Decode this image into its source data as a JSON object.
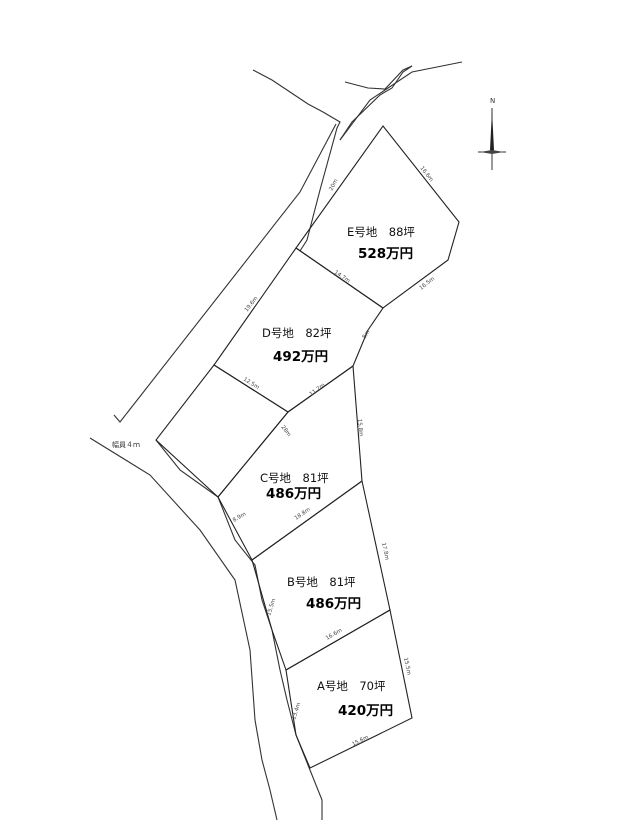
{
  "compass": {
    "north_letter": "N"
  },
  "road": {
    "width_label": "幅員４ｍ"
  },
  "lots": [
    {
      "id": "E",
      "label": "E号地　88坪",
      "price": "528万円"
    },
    {
      "id": "D",
      "label": "D号地　82坪",
      "price": "492万円"
    },
    {
      "id": "C",
      "label": "C号地　81坪",
      "price": "486万円"
    },
    {
      "id": "B",
      "label": "B号地　81坪",
      "price": "486万円"
    },
    {
      "id": "A",
      "label": "A号地　70坪",
      "price": "420万円"
    }
  ],
  "dimensions": {
    "road_upper": "20m",
    "road_lower": "19.6m",
    "e_right_top": "16.6m",
    "e_right_bottom": "16.5m",
    "e_d_divider": "14.7m",
    "d_small": "8m",
    "d_left_divider": "12.5m",
    "d_right_divider": "11.2m",
    "d_c_diag": "28m",
    "c_right": "15.8m",
    "c_left": "8.9m",
    "c_b_divider": "18.8m",
    "b_right": "17.8m",
    "b_left": "15.5m",
    "b_a_divider": "16.6m",
    "a_right": "15.5m",
    "a_left": "13.4m",
    "a_bottom": "15.6m"
  },
  "icons": {
    "compass": "north-arrow-compass-icon"
  }
}
